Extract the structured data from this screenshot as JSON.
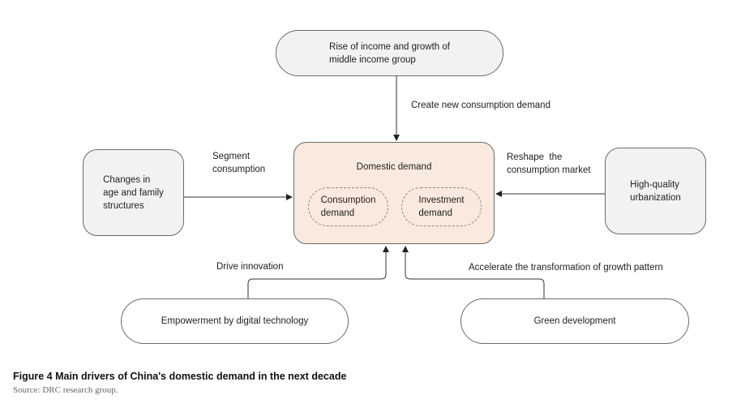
{
  "nodes": {
    "top": "Rise of income and growth of\nmiddle income group",
    "left": "Changes in\nage and family\nstructures",
    "right": "High-quality\nurbanization",
    "bottom_left": "Empowerment by digital technology",
    "bottom_right": "Green development"
  },
  "center": {
    "title": "Domestic demand",
    "consumption": "Consumption\ndemand",
    "investment": "Investment\ndemand"
  },
  "edges": {
    "top": "Create new consumption demand",
    "left": "Segment\nconsumption",
    "right": "Reshape  the\nconsumption market",
    "bottom_left": "Drive innovation",
    "bottom_right": "Accelerate the transformation of growth pattern"
  },
  "caption": "Figure 4 Main drivers of China's domestic demand in the next decade",
  "source": "Source: DRC research group."
}
